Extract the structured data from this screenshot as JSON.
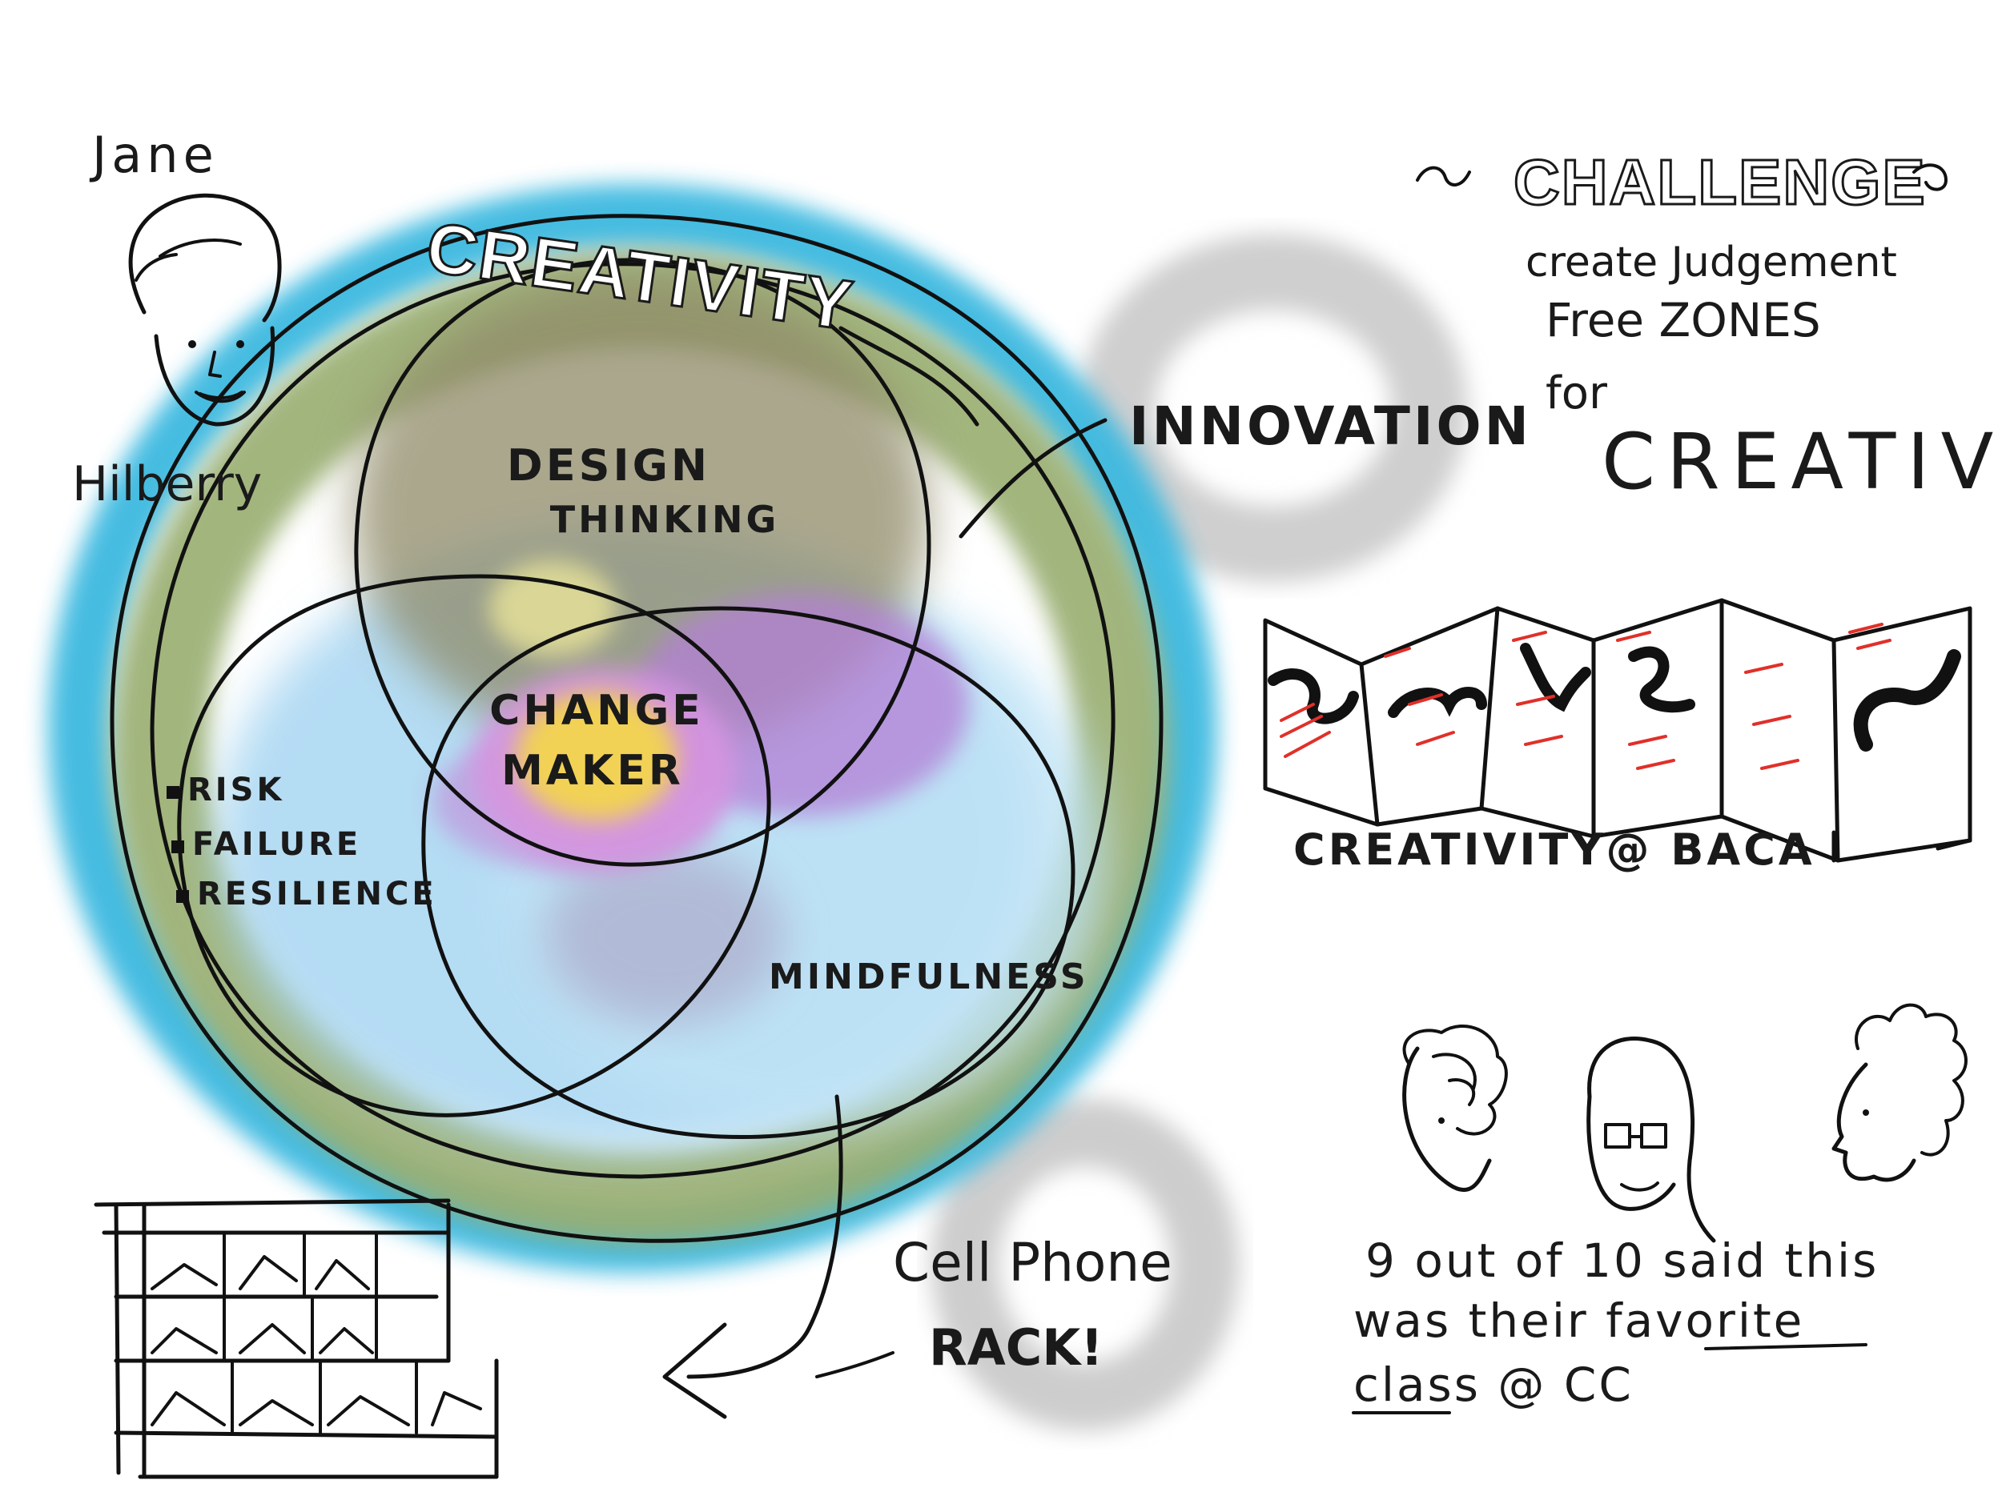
{
  "person": {
    "first_name": "Jane",
    "last_name": "Hilberry"
  },
  "diagram": {
    "outer_ring_label": "CREATIVITY",
    "innovation_label": "INNOVATION",
    "design_thinking": [
      "DESIGN",
      "THINKING"
    ],
    "change_maker": [
      "CHANGE",
      "MAKER"
    ],
    "mindfulness_label": "MINDFULNESS",
    "bullets": [
      "RISK",
      "FAILURE",
      "RESILIENCE"
    ],
    "cell_phone_rack": [
      "Cell Phone",
      "RACK!"
    ]
  },
  "challenge": {
    "title": "CHALLENGE",
    "lines": [
      "create Judgement",
      "Free ZONES",
      "for"
    ],
    "big_word": "CREATIVITY"
  },
  "booklet_caption": "CREATIVITY@ BACA",
  "quote_lines": [
    "9 out of 10 said this",
    "was their favorite",
    "class @ CC"
  ],
  "colors": {
    "outer_ring": "#3cb9e0",
    "innovation_ring": "#98ad6f",
    "design_thinking": "#8f8a67",
    "mindfulness": "#8fc8ea",
    "change_maker_center": "#f2d255",
    "purple": "#b47fd6",
    "gray_circle": "#c9c9c9"
  }
}
